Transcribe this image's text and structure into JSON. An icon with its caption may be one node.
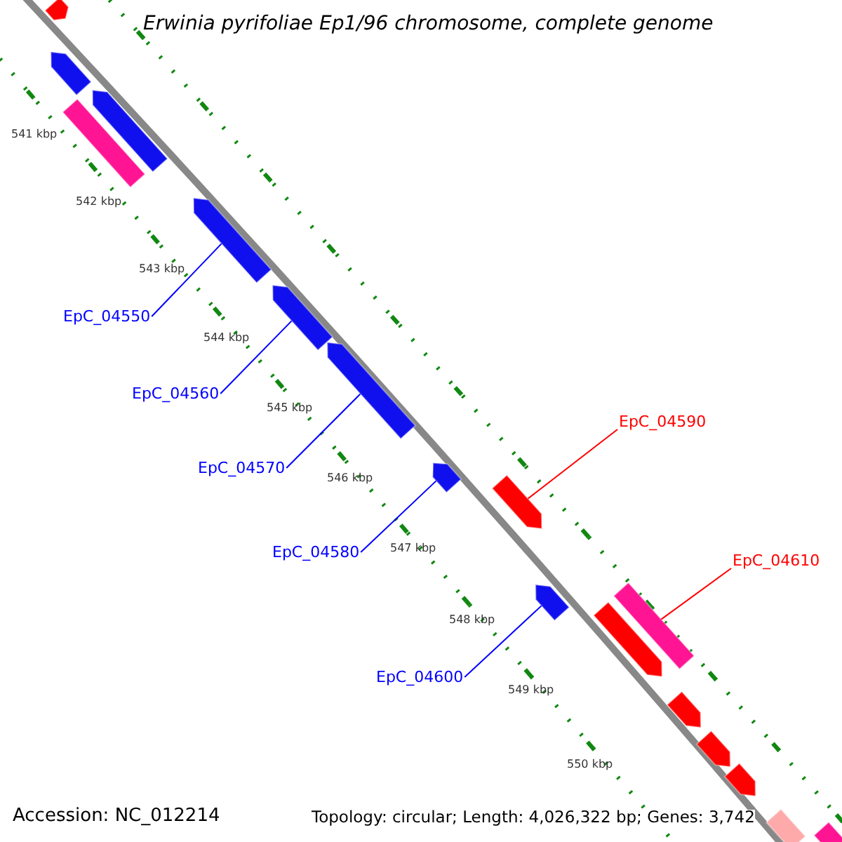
{
  "diagram": {
    "title": "Erwinia pyrifoliae Ep1/96 chromosome, complete genome",
    "nodes": [
      {
        "text": [
          "EpC_04550"
        ]
      },
      {
        "text": [
          "EpC_04560"
        ]
      },
      {
        "text": [
          "EpC_04570"
        ]
      },
      {
        "text": [
          "EpC_04580"
        ]
      },
      {
        "text": [
          "EpC_04590"
        ]
      },
      {
        "text": [
          "EpC_04600"
        ]
      },
      {
        "text": [
          "EpC_04610"
        ]
      },
      {
        "text": [],
        "shape": "bar"
      },
      {
        "text": [],
        "shape": "bar"
      },
      {
        "text": [],
        "shape": "bar"
      },
      {
        "text": [],
        "shape": "bar"
      },
      {
        "text": [],
        "shape": "bar"
      },
      {
        "text": [],
        "shape": "bar"
      },
      {
        "text": [],
        "shape": "bar"
      },
      {
        "text": [],
        "shape": "bar"
      },
      {
        "text": [],
        "shape": "bar"
      },
      {
        "text": [],
        "shape": "bar"
      },
      {
        "text": [],
        "shape": "bar"
      },
      {
        "text": [],
        "shape": "bar"
      },
      {
        "text": [],
        "shape": "bar"
      },
      {
        "text": [],
        "shape": "bar"
      },
      {
        "text": [],
        "shape": "bar"
      },
      {
        "text": [],
        "shape": "bar"
      },
      {
        "text": [],
        "shape": "bar"
      }
    ],
    "edges": [
      {
        "from": 0,
        "to": 11,
        "arrow": "none"
      },
      {
        "from": 1,
        "to": 12,
        "arrow": "none"
      },
      {
        "from": 2,
        "to": 13,
        "arrow": "none"
      },
      {
        "from": 3,
        "to": 14,
        "arrow": "none"
      },
      {
        "from": 4,
        "to": 15,
        "arrow": "none",
        "color": "#ff0000"
      },
      {
        "from": 5,
        "to": 16,
        "arrow": "none"
      },
      {
        "from": 6,
        "to": 17,
        "arrow": "none",
        "color": "#ff0000"
      }
    ],
    "labels": [
      "541 kbp",
      "542 kbp",
      "543 kbp",
      "544 kbp",
      "545 kbp",
      "546 kbp",
      "547 kbp",
      "548 kbp",
      "549 kbp",
      "550 kbp",
      "Accession: NC_012214",
      "Topology: circular; Length: 4,026,322 bp; Genes: 3,742"
    ]
  }
}
